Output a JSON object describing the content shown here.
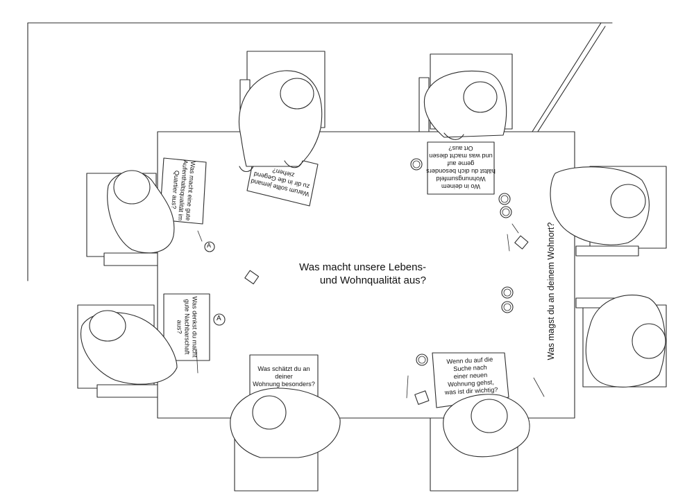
{
  "main_question": {
    "line1": "Was macht unsere Lebens-",
    "line2": "und Wohnqualität aus?"
  },
  "side_question": "Was magst du an deinem Wohnort?",
  "cards": [
    {
      "id": "top-center",
      "lines": [
        "Warum sollte jemand",
        "zu dir in die Gegend",
        "ziehen?"
      ]
    },
    {
      "id": "top-right",
      "lines": [
        "Wo in deinem",
        "Wohnungsumfeld",
        "hältst du dich besonders",
        "gerne auf",
        "und was macht diesen",
        "Ort aus?"
      ]
    },
    {
      "id": "left-top",
      "lines": [
        "Was macht eine gute",
        "Aufenthaltsqualität im",
        "Quartier aus?"
      ]
    },
    {
      "id": "left-bottom",
      "lines": [
        "Was denkst du macht",
        "gute Nachbarschaft",
        "aus?"
      ]
    },
    {
      "id": "bottom-center",
      "lines": [
        "Was schätzt du an",
        "deiner",
        "Wohnung besonders?"
      ]
    },
    {
      "id": "bottom-right",
      "lines": [
        "Wenn du auf die",
        "Suche nach",
        "einer neuen",
        "Wohnung gehst,",
        "was ist dir wichtig?"
      ]
    }
  ],
  "badges": [
    "A",
    "A"
  ]
}
